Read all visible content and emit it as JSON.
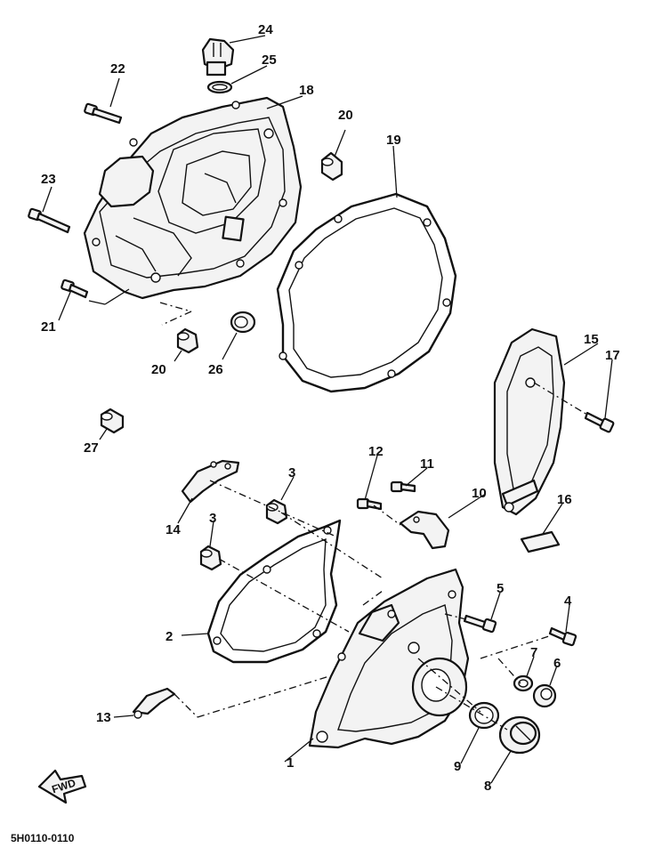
{
  "diagram": {
    "part_numbers": [
      "1",
      "2",
      "3",
      "3",
      "4",
      "5",
      "6",
      "7",
      "8",
      "9",
      "10",
      "11",
      "12",
      "13",
      "14",
      "15",
      "16",
      "17",
      "18",
      "19",
      "20",
      "20",
      "21",
      "22",
      "23",
      "24",
      "25",
      "26",
      "27"
    ],
    "fwd_mark": "FWD",
    "diagram_code": "5H0110-0110"
  }
}
